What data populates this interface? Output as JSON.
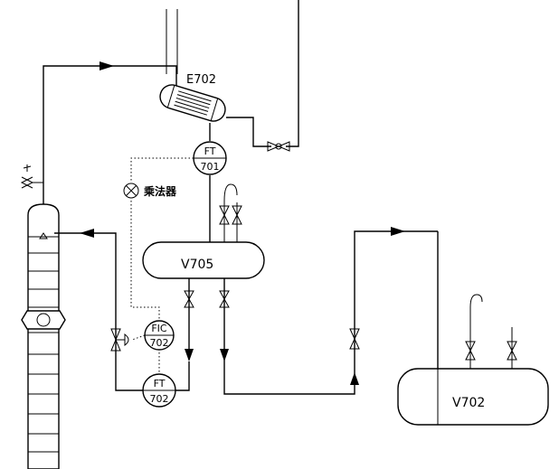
{
  "equipment": {
    "e702": "E702",
    "v705": "V705",
    "v702": "V702"
  },
  "instruments": {
    "ft701": {
      "top": "FT",
      "bottom": "701"
    },
    "fic702": {
      "top": "FIC",
      "bottom": "702"
    },
    "ft702": {
      "top": "FT",
      "bottom": "702"
    }
  },
  "multiplier": {
    "label": "乘法器",
    "symbol": "⊗"
  }
}
